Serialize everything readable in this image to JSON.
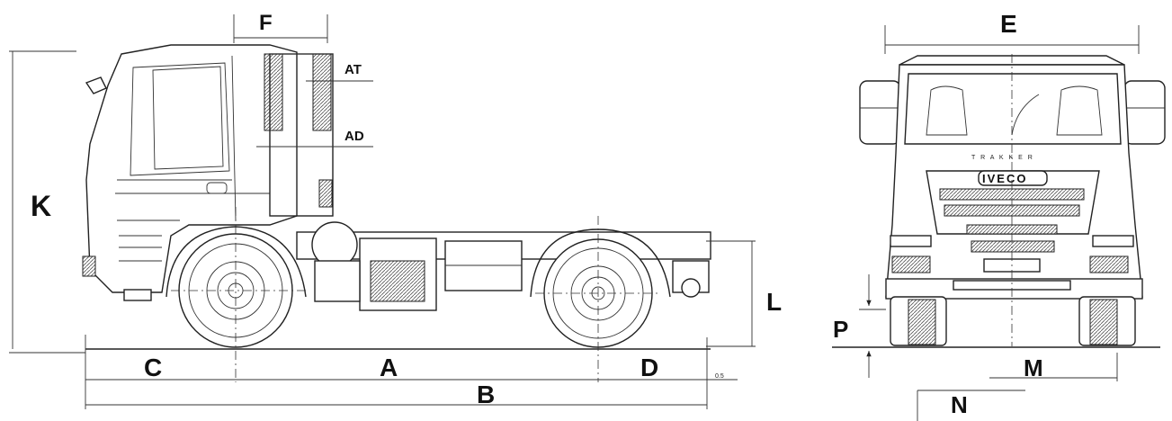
{
  "side_view": {
    "labels": {
      "F": "F",
      "AT": "AT",
      "AD": "AD",
      "K": "K",
      "L": "L",
      "C": "C",
      "A": "A",
      "D": "D",
      "B": "B",
      "small_note": "0.5"
    }
  },
  "front_view": {
    "labels": {
      "E": "E",
      "P": "P",
      "M": "M",
      "N": "N"
    },
    "brand_text": "IVECO",
    "model_text": "T R A K K E R"
  }
}
